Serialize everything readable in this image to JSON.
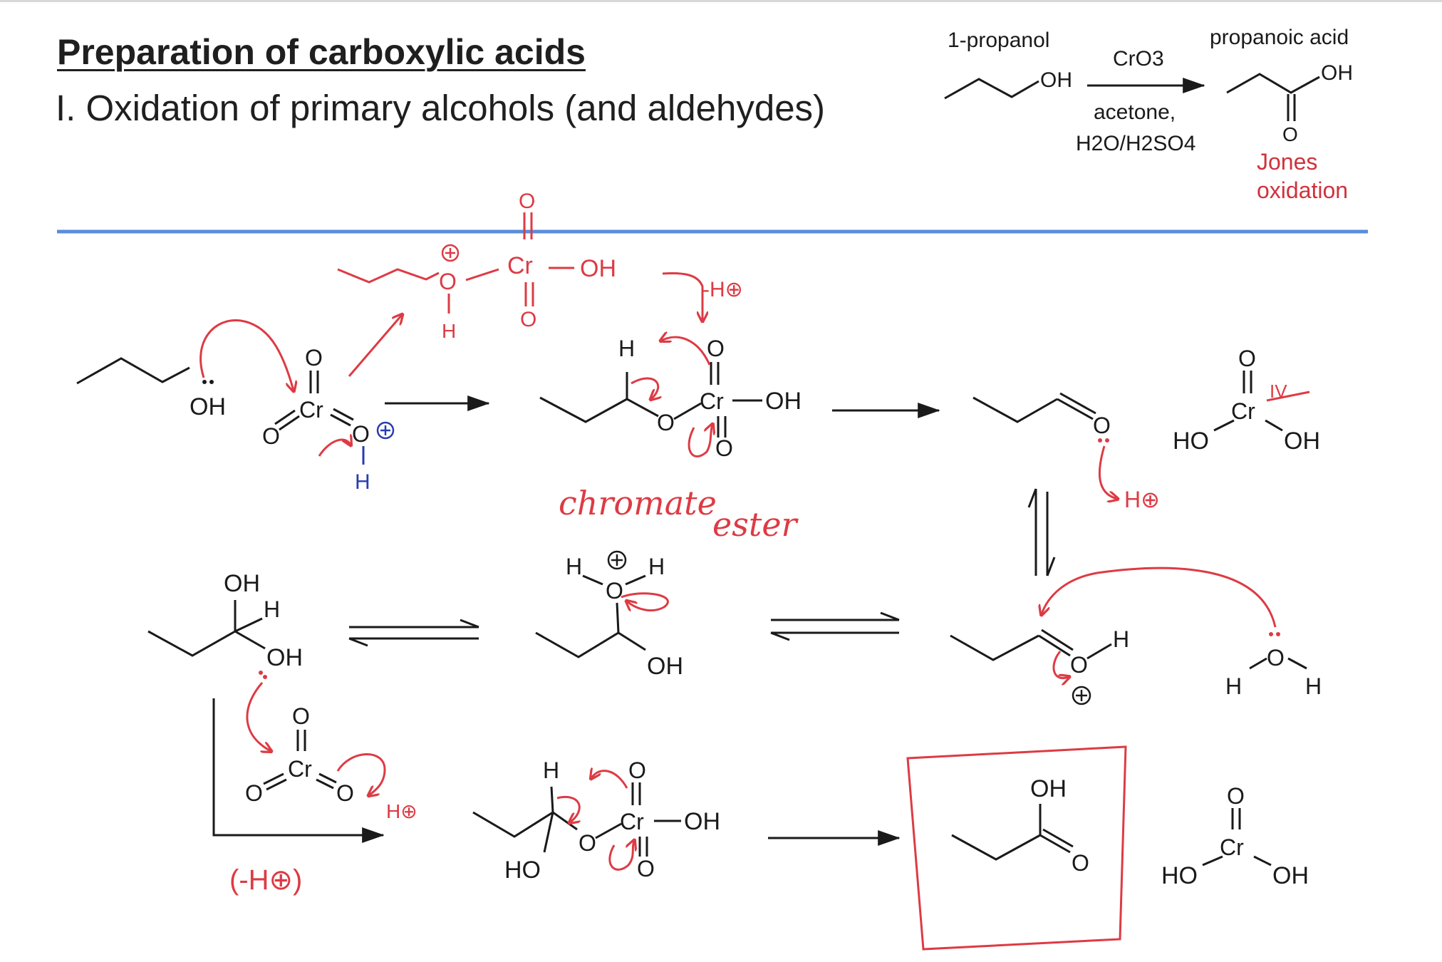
{
  "heading": {
    "title": "Preparation of carboxylic acids",
    "subtitle": "I.  Oxidation of primary alcohols (and aldehydes)"
  },
  "scheme": {
    "reactant_name": "1-propanol",
    "reactant_group": "OH",
    "reagent_top": "CrO3",
    "reagent_mid": "acetone,",
    "reagent_bottom": "H2O/H2SO4",
    "product_name": "propanoic acid",
    "product_oh": "OH",
    "product_o": "O",
    "reaction_name_1": "Jones",
    "reaction_name_2": "oxidation"
  },
  "atoms": {
    "oh": "OH",
    "o": "O",
    "h": "H",
    "cr": "Cr",
    "ho": "HO",
    "o_plus": "O",
    "plus": "⊕"
  },
  "annotations": {
    "chromate_1": "chromate",
    "chromate_2": "ester",
    "minus_h": "-H⊕",
    "minus_h_paren": "(-H⊕)",
    "h_plus": "H⊕",
    "oxidation_state": "IV"
  },
  "colors": {
    "ink": "#1a1a1a",
    "annotation_red": "#dd3b44",
    "annotation_blue": "#2a3cb0",
    "divider_blue": "#5a8ddc",
    "scheme_red": "#d0323c"
  }
}
